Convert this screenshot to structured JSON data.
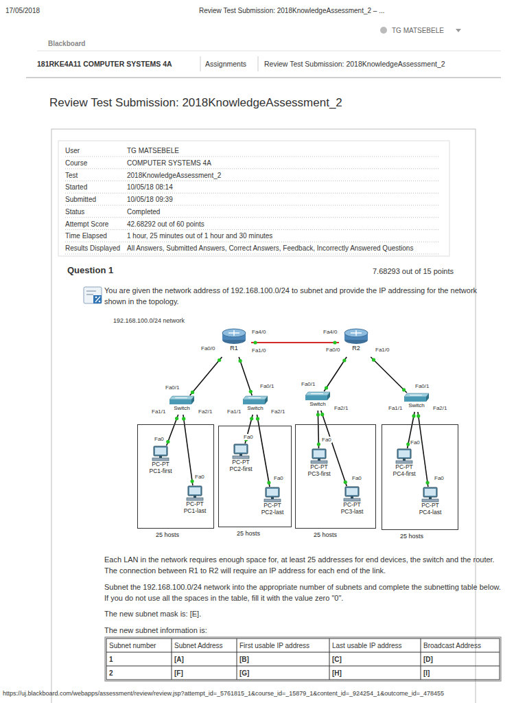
{
  "diagram": {
    "title": "Review Test Submission: 2018KnowledgeAssessment_2",
    "nodes": [
      {
        "text": [
          "R1"
        ]
      },
      {
        "text": [
          "R2"
        ]
      },
      {
        "text": [
          "Switch"
        ]
      },
      {
        "text": [
          "Switch"
        ]
      },
      {
        "text": [
          "Switch"
        ]
      },
      {
        "text": [
          "Switch"
        ]
      },
      {
        "text": [
          "25 hosts"
        ]
      },
      {
        "text": [
          "PC-PT",
          "PC1-first"
        ],
        "in": 6
      },
      {
        "text": [
          "PC-PT",
          "PC1-last"
        ],
        "in": 6
      },
      {
        "text": [
          "25 hosts"
        ]
      },
      {
        "text": [
          "PC-PT",
          "PC2-first"
        ],
        "in": 9
      },
      {
        "text": [
          "PC-PT",
          "PC2-last"
        ],
        "in": 9
      },
      {
        "text": [
          "25 hosts"
        ]
      },
      {
        "text": [
          "PC-PT",
          "PC3-first"
        ],
        "in": 12
      },
      {
        "text": [
          "PC-PT",
          "PC3-last"
        ],
        "in": 12
      },
      {
        "text": [
          "25 hosts"
        ]
      },
      {
        "text": [
          "PC-PT",
          "PC4-first"
        ],
        "in": 15
      },
      {
        "text": [
          "PC-PT",
          "PC4-last"
        ],
        "in": 15
      }
    ],
    "edges": [
      {
        "from": 0,
        "to": 1,
        "arrow": "none"
      },
      {
        "from": 0,
        "to": 2,
        "arrow": "none"
      },
      {
        "from": 0,
        "to": 3,
        "arrow": "none"
      },
      {
        "from": 1,
        "to": 4,
        "arrow": "none"
      },
      {
        "from": 1,
        "to": 5,
        "arrow": "none"
      },
      {
        "from": 2,
        "to": 7,
        "arrow": "none"
      },
      {
        "from": 2,
        "to": 8,
        "arrow": "none"
      },
      {
        "from": 3,
        "to": 10,
        "arrow": "none"
      },
      {
        "from": 3,
        "to": 11,
        "arrow": "none"
      },
      {
        "from": 4,
        "to": 13,
        "arrow": "none"
      },
      {
        "from": 4,
        "to": 14,
        "arrow": "none"
      },
      {
        "from": 5,
        "to": 16,
        "arrow": "none"
      },
      {
        "from": 5,
        "to": 17,
        "arrow": "none"
      }
    ],
    "labels": [
      "17/05/2018",
      "Review Test Submission: 2018KnowledgeAssessment_2 – ...",
      "TG MATSEBELE",
      "Blackboard",
      "181RKE4A11 COMPUTER SYSTEMS 4A",
      "Assignments",
      "Review Test Submission: 2018KnowledgeAssessment_2",
      "User",
      "TG MATSEBELE",
      "Course",
      "COMPUTER SYSTEMS 4A",
      "Test",
      "2018KnowledgeAssessment_2",
      "Started",
      "10/05/18 08:14",
      "Submitted",
      "10/05/18 09:39",
      "Status",
      "Completed",
      "Attempt Score",
      "42.68292 out of 60 points",
      "Time Elapsed",
      "1 hour, 25 minutes out of 1 hour and 30 minutes",
      "Results Displayed",
      "All Answers, Submitted Answers, Correct Answers, Feedback, Incorrectly Answered Questions",
      "Question 1",
      "7.68293 out of 15 points",
      "You are given the network address of 192.168.100.0/24 to subnet and provide the IP addressing for the network shown in the topology.",
      "192.168.100.0/24 network",
      "Fa4/0",
      "Fa0/0",
      "Fa1/0",
      "Fa4/0",
      "Fa0/0",
      "Fa1/0",
      "Fa0/1",
      "Fa1/1",
      "Fa2/1",
      "Fa0/1",
      "Fa2/1",
      "Fa1/1",
      "Fa0/1",
      "Fa2/1",
      "Fa0/1",
      "Fa2/1",
      "Fa1/1",
      "Fa0",
      "Fa0",
      "Fa0",
      "Fa0",
      "Fa0",
      "Fa0",
      "Fa0",
      "Fa0",
      "Each LAN in the network requires enough space for, at least 25 addresses for end devices, the switch and the router. The connection between R1 to R2 will require an IP address for each end of the link.",
      "Subnet the 192.168.100.0/24 network into the appropriate number of subnets and complete the subnetting table below. If you do not use all the spaces in the table, fill it with the value zero \"0\".",
      "The new subnet mask is: [E].",
      "The new subnet information is:",
      "Subnet number",
      "Subnet Address",
      "First usable IP address",
      "Last usable IP address",
      "Broadcast Address",
      "1",
      "[A]",
      "[B]",
      "[C]",
      "[D]",
      "2",
      "[F]",
      "[G]",
      "[H]",
      "[I]",
      "https://uj.blackboard.com/webapps/assessment/review/review.jsp?attempt_id=_5761815_1&course_id=_15879_1&content_id=_924254_1&outcome_id=_478455"
    ]
  }
}
